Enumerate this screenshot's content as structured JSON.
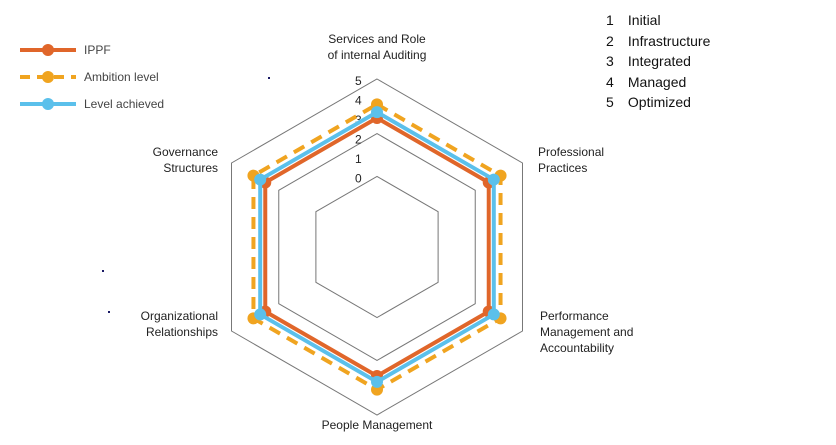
{
  "chart_data": {
    "type": "radar",
    "axes": [
      {
        "label_lines": [
          "Services and Role",
          "of internal Auditing"
        ],
        "anchor": "middle"
      },
      {
        "label_lines": [
          "Professional",
          "Practices"
        ],
        "anchor": "start"
      },
      {
        "label_lines": [
          "Performance",
          "Management and",
          "Accountability"
        ],
        "anchor": "start"
      },
      {
        "label_lines": [
          "People Management"
        ],
        "anchor": "middle"
      },
      {
        "label_lines": [
          "Organizational",
          "Relationships"
        ],
        "anchor": "end"
      },
      {
        "label_lines": [
          "Governance",
          "Structures"
        ],
        "anchor": "end"
      }
    ],
    "scale_ticks": [
      "0",
      "1",
      "2",
      "3",
      "4",
      "5"
    ],
    "rlim": [
      0,
      5
    ],
    "series": [
      {
        "name": "IPPF",
        "color": "#e0662a",
        "style": "solid",
        "values": [
          3,
          3,
          3,
          3,
          3,
          3
        ]
      },
      {
        "name": "Ambition level",
        "color": "#f0a420",
        "style": "dashed",
        "values": [
          3.7,
          3.7,
          3.7,
          3.7,
          3.7,
          3.7
        ]
      },
      {
        "name": "Level achieved",
        "color": "#5bc0eb",
        "style": "solid",
        "values": [
          3.3,
          3.3,
          3.3,
          3.3,
          3.3,
          3.3
        ]
      }
    ],
    "legend_position": "top-left"
  },
  "scale_legend": [
    {
      "num": "1",
      "label": "Initial"
    },
    {
      "num": "2",
      "label": "Infrastructure"
    },
    {
      "num": "3",
      "label": "Integrated"
    },
    {
      "num": "4",
      "label": "Managed"
    },
    {
      "num": "5",
      "label": "Optimized"
    }
  ]
}
